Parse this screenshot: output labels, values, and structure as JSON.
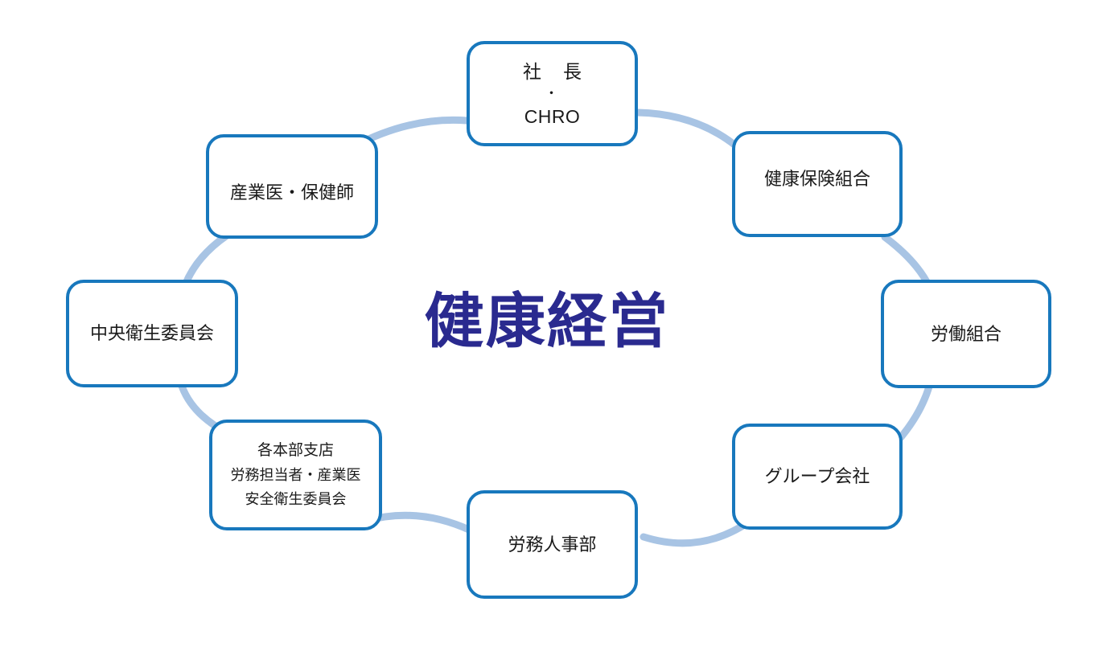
{
  "diagram": {
    "center_label": "健康経営",
    "center_color": "#2a2a8f",
    "node_border_color": "#1878bd",
    "connector_color": "#a8c4e4",
    "background_color": "#ffffff",
    "nodes": [
      {
        "id": "president",
        "position": "top",
        "lines": [
          "社 長",
          "・",
          "CHRO"
        ]
      },
      {
        "id": "health-insurance-association",
        "position": "top-right",
        "lines": [
          "健康保険組合"
        ]
      },
      {
        "id": "labor-union",
        "position": "right",
        "lines": [
          "労働組合"
        ]
      },
      {
        "id": "group-companies",
        "position": "bottom-right",
        "lines": [
          "グループ会社"
        ]
      },
      {
        "id": "hr-labor-department",
        "position": "bottom",
        "lines": [
          "労務人事部"
        ]
      },
      {
        "id": "branch-offices",
        "position": "bottom-left",
        "lines": [
          "各本部支店",
          "労務担当者・産業医",
          "安全衛生委員会"
        ]
      },
      {
        "id": "central-health-safety-committee",
        "position": "left",
        "lines": [
          "中央衛生委員会"
        ]
      },
      {
        "id": "occupational-physician-nurse",
        "position": "top-left",
        "lines": [
          "産業医・保健師"
        ]
      }
    ]
  }
}
